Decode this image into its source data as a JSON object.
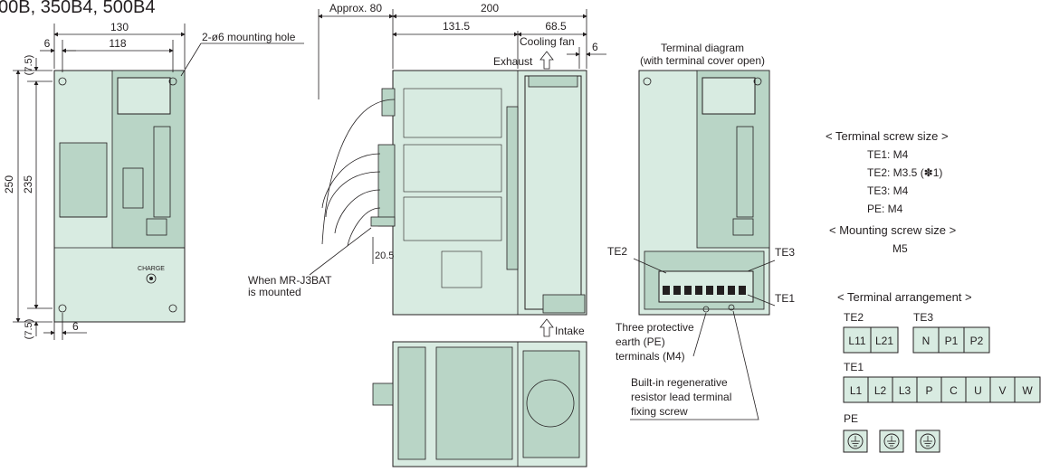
{
  "header": {
    "title_fragment": "00B, 350B4, 500B4"
  },
  "front_view": {
    "dims": {
      "width_total": "130",
      "hole_pitch": "118",
      "left_offset": "6",
      "height_total": "250",
      "hole_pitch_vertical": "235",
      "top_margin": "(7.5)",
      "bottom_margin": "(7.5)",
      "bottom_offset": "6"
    },
    "mounting_hole_label": "2-ø6 mounting hole",
    "charge_label": "CHARGE"
  },
  "side_view": {
    "dims": {
      "cable_clearance": "Approx. 80",
      "depth_total": "200",
      "depth_front": "131.5",
      "depth_rear": "68.5",
      "fan_offset": "6",
      "battery_offset": "20.5"
    },
    "cooling_fan_label": "Cooling fan",
    "exhaust_label": "Exhaust",
    "intake_label": "Intake",
    "battery_note_line1": "When MR-J3BAT",
    "battery_note_line2": "is mounted"
  },
  "terminal_view": {
    "title_line1": "Terminal diagram",
    "title_line2": "(with terminal cover open)",
    "te1": "TE1",
    "te2": "TE2",
    "te3": "TE3",
    "pe_note_line1": "Three protective",
    "pe_note_line2": "earth (PE)",
    "pe_note_line3": "terminals (M4)",
    "regen_note_line1": "Built-in regenerative",
    "regen_note_line2": "resistor lead terminal",
    "regen_note_line3": "fixing screw"
  },
  "screw_spec": {
    "terminal_heading": "< Terminal screw size >",
    "terminal_items": [
      "TE1: M4",
      "TE2: M3.5 (✽1)",
      "TE3: M4",
      "PE: M4"
    ],
    "mounting_heading": "< Mounting screw size >",
    "mounting_value": "M5"
  },
  "arrangement": {
    "heading": "< Terminal arrangement >",
    "te2_label": "TE2",
    "te2": [
      "L11",
      "L21"
    ],
    "te3_label": "TE3",
    "te3": [
      "N",
      "P1",
      "P2"
    ],
    "te1_label": "TE1",
    "te1": [
      "L1",
      "L2",
      "L3",
      "P",
      "C",
      "U",
      "V",
      "W"
    ],
    "pe_label": "PE",
    "pe_count": 3
  }
}
